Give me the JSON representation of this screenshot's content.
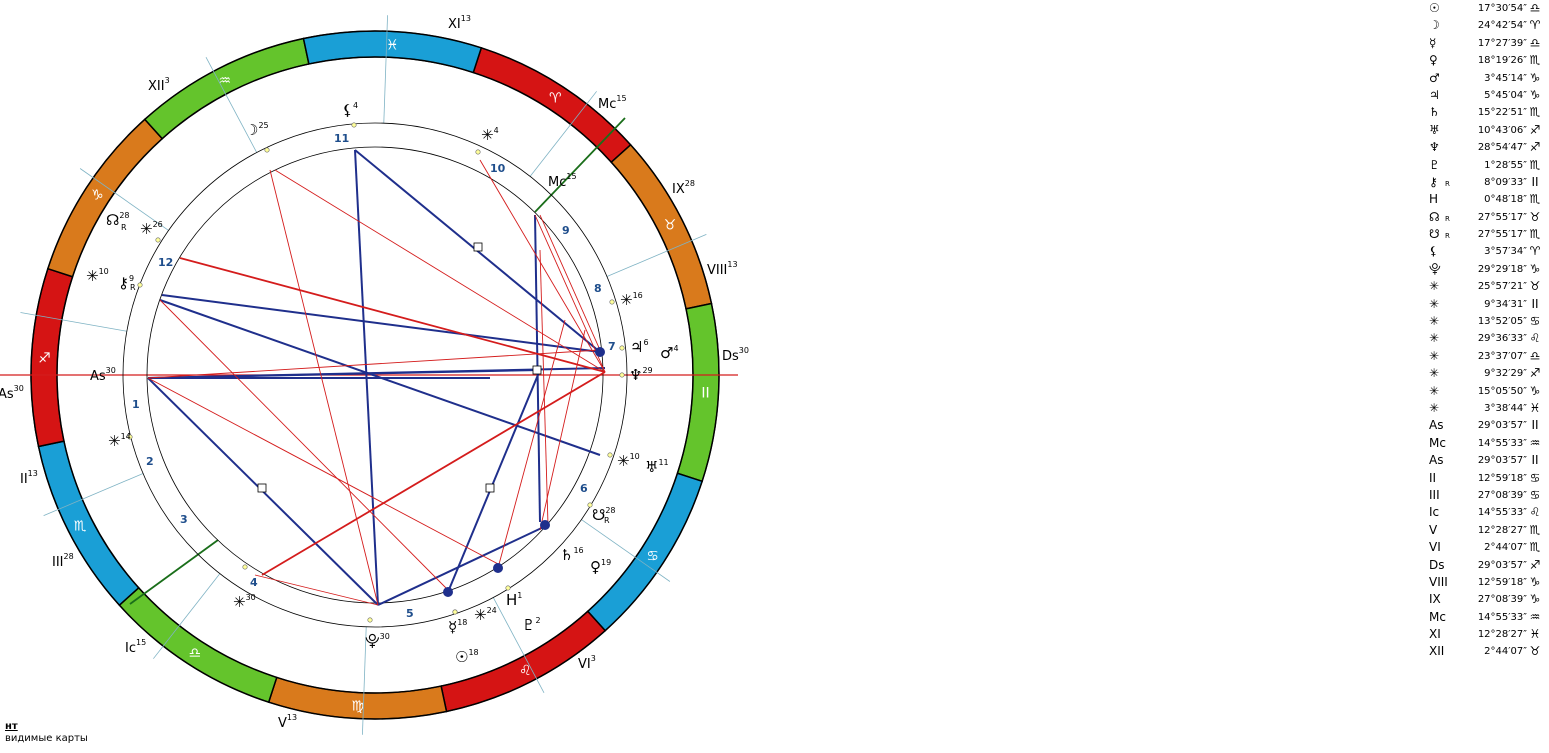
{
  "colors": {
    "fire": "#d51414",
    "earth": "#d97a1c",
    "air": "#64c42c",
    "water": "#1a9fd6",
    "aspect_hard": "#1f2f8c",
    "aspect_soft": "#d41c1c",
    "axis": "#d41c1c",
    "mc_axis": "#1a6e1a",
    "house_label": "#1f4e8c"
  },
  "zodiac_ring": [
    {
      "sign": "aries",
      "glyph": "♈",
      "element": "fire"
    },
    {
      "sign": "taurus",
      "glyph": "♉",
      "element": "earth"
    },
    {
      "sign": "gemini",
      "glyph": "II",
      "element": "air"
    },
    {
      "sign": "cancer",
      "glyph": "♋",
      "element": "water"
    },
    {
      "sign": "leo",
      "glyph": "♌",
      "element": "fire"
    },
    {
      "sign": "virgo",
      "glyph": "♍",
      "element": "earth"
    },
    {
      "sign": "libra",
      "glyph": "♎",
      "element": "air"
    },
    {
      "sign": "scorpio",
      "glyph": "♏",
      "element": "water"
    },
    {
      "sign": "sagittarius",
      "glyph": "♐",
      "element": "fire"
    },
    {
      "sign": "capricorn",
      "glyph": "♑",
      "element": "earth"
    },
    {
      "sign": "aquarius",
      "glyph": "♒",
      "element": "air"
    },
    {
      "sign": "pisces",
      "glyph": "♓",
      "element": "water"
    }
  ],
  "outer_labels": [
    {
      "name": "as-outer",
      "text": "As",
      "sup": "30"
    },
    {
      "name": "ds-outer",
      "text": "Ds",
      "sup": "30"
    },
    {
      "name": "ic-outer",
      "text": "Ic",
      "sup": "15"
    },
    {
      "name": "mc-outer",
      "text": "Mc",
      "sup": "15"
    },
    {
      "name": "house-II",
      "text": "II",
      "sup": "13"
    },
    {
      "name": "house-III",
      "text": "III",
      "sup": "28"
    },
    {
      "name": "house-V",
      "text": "V",
      "sup": "13"
    },
    {
      "name": "house-VI",
      "text": "VI",
      "sup": "3"
    },
    {
      "name": "house-VIII",
      "text": "VIII",
      "sup": "13"
    },
    {
      "name": "house-IX",
      "text": "IX",
      "sup": "28"
    },
    {
      "name": "house-XI",
      "text": "XI",
      "sup": "13"
    },
    {
      "name": "house-XII",
      "text": "XII",
      "sup": "3"
    }
  ],
  "house_numbers": [
    "1",
    "2",
    "3",
    "4",
    "5",
    "6",
    "7",
    "8",
    "9",
    "10",
    "11",
    "12"
  ],
  "chart_planets": [
    {
      "name": "sun",
      "glyph": "☉",
      "deg": "18"
    },
    {
      "name": "moon",
      "glyph": "☽",
      "deg": "25"
    },
    {
      "name": "mercury",
      "glyph": "☿",
      "deg": "18"
    },
    {
      "name": "venus",
      "glyph": "♀",
      "deg": "19"
    },
    {
      "name": "mars",
      "glyph": "♂",
      "deg": "4"
    },
    {
      "name": "jupiter",
      "glyph": "♃",
      "deg": "6"
    },
    {
      "name": "saturn",
      "glyph": "♄",
      "deg": "16"
    },
    {
      "name": "uranus",
      "glyph": "♅",
      "deg": "11"
    },
    {
      "name": "neptune",
      "glyph": "♆",
      "deg": "29"
    },
    {
      "name": "pluto",
      "glyph": "♇",
      "deg": "2"
    },
    {
      "name": "chiron",
      "glyph": "⚷",
      "deg": "9"
    },
    {
      "name": "h",
      "glyph": "H",
      "deg": "1"
    },
    {
      "name": "north-node",
      "glyph": "☊",
      "deg": "28"
    },
    {
      "name": "south-node",
      "glyph": "☋",
      "deg": "28"
    },
    {
      "name": "lilith",
      "glyph": "⚸",
      "deg": "4"
    },
    {
      "name": "selena",
      "glyph": "⯓",
      "deg": "30"
    },
    {
      "name": "mc-inner",
      "glyph": "Mc",
      "deg": "15"
    },
    {
      "name": "as-inner",
      "glyph": "As",
      "deg": "30"
    },
    {
      "name": "star-1",
      "glyph": "✳",
      "deg": "26"
    },
    {
      "name": "star-2",
      "glyph": "✳",
      "deg": "10"
    },
    {
      "name": "star-3",
      "glyph": "✳",
      "deg": "4"
    },
    {
      "name": "star-4",
      "glyph": "✳",
      "deg": "16"
    },
    {
      "name": "star-5",
      "glyph": "✳",
      "deg": "10"
    },
    {
      "name": "star-6",
      "glyph": "✳",
      "deg": "24"
    },
    {
      "name": "star-7",
      "glyph": "✳",
      "deg": "30"
    },
    {
      "name": "star-8",
      "glyph": "✳",
      "deg": "14"
    },
    {
      "name": "retro-1",
      "glyph": "R",
      "deg": ""
    },
    {
      "name": "retro-2",
      "glyph": "R",
      "deg": ""
    },
    {
      "name": "retro-3",
      "glyph": "R",
      "deg": ""
    }
  ],
  "positions_table": [
    {
      "glyph": "☉",
      "retro": "",
      "value": "17°30′54″",
      "sign": "♎"
    },
    {
      "glyph": "☽",
      "retro": "",
      "value": "24°42′54″",
      "sign": "♈"
    },
    {
      "glyph": "☿",
      "retro": "",
      "value": "17°27′39″",
      "sign": "♎"
    },
    {
      "glyph": "♀",
      "retro": "",
      "value": "18°19′26″",
      "sign": "♏"
    },
    {
      "glyph": "♂",
      "retro": "",
      "value": "3°45′14″",
      "sign": "♑"
    },
    {
      "glyph": "♃",
      "retro": "",
      "value": "5°45′04″",
      "sign": "♑"
    },
    {
      "glyph": "♄",
      "retro": "",
      "value": "15°22′51″",
      "sign": "♏"
    },
    {
      "glyph": "♅",
      "retro": "",
      "value": "10°43′06″",
      "sign": "♐"
    },
    {
      "glyph": "♆",
      "retro": "",
      "value": "28°54′47″",
      "sign": "♐"
    },
    {
      "glyph": "♇",
      "retro": "",
      "value": "1°28′55″",
      "sign": "♏"
    },
    {
      "glyph": "⚷",
      "retro": "R",
      "value": "8°09′33″",
      "sign": "II"
    },
    {
      "glyph": "H",
      "retro": "",
      "value": "0°48′18″",
      "sign": "♏"
    },
    {
      "glyph": "☊",
      "retro": "R",
      "value": "27°55′17″",
      "sign": "♉"
    },
    {
      "glyph": "☋",
      "retro": "R",
      "value": "27°55′17″",
      "sign": "♏"
    },
    {
      "glyph": "⚸",
      "retro": "",
      "value": "3°57′34″",
      "sign": "♈"
    },
    {
      "glyph": "⯓",
      "retro": "",
      "value": "29°29′18″",
      "sign": "♑"
    },
    {
      "glyph": "✳",
      "retro": "",
      "value": "25°57′21″",
      "sign": "♉"
    },
    {
      "glyph": "✳",
      "retro": "",
      "value": "9°34′31″",
      "sign": "II"
    },
    {
      "glyph": "✳",
      "retro": "",
      "value": "13°52′05″",
      "sign": "♋"
    },
    {
      "glyph": "✳",
      "retro": "",
      "value": "29°36′33″",
      "sign": "♌"
    },
    {
      "glyph": "✳",
      "retro": "",
      "value": "23°37′07″",
      "sign": "♎"
    },
    {
      "glyph": "✳",
      "retro": "",
      "value": "9°32′29″",
      "sign": "♐"
    },
    {
      "glyph": "✳",
      "retro": "",
      "value": "15°05′50″",
      "sign": "♑"
    },
    {
      "glyph": "✳",
      "retro": "",
      "value": "3°38′44″",
      "sign": "♓"
    },
    {
      "glyph": "As",
      "retro": "",
      "value": "29°03′57″",
      "sign": "II"
    },
    {
      "glyph": "Mc",
      "retro": "",
      "value": "14°55′33″",
      "sign": "♒"
    },
    {
      "glyph": "As",
      "retro": "",
      "value": "29°03′57″",
      "sign": "II"
    },
    {
      "glyph": "II",
      "retro": "",
      "value": "12°59′18″",
      "sign": "♋"
    },
    {
      "glyph": "III",
      "retro": "",
      "value": "27°08′39″",
      "sign": "♋"
    },
    {
      "glyph": "Ic",
      "retro": "",
      "value": "14°55′33″",
      "sign": "♌"
    },
    {
      "glyph": "V",
      "retro": "",
      "value": "12°28′27″",
      "sign": "♏"
    },
    {
      "glyph": "VI",
      "retro": "",
      "value": "2°44′07″",
      "sign": "♏"
    },
    {
      "glyph": "Ds",
      "retro": "",
      "value": "29°03′57″",
      "sign": "♐"
    },
    {
      "glyph": "VIII",
      "retro": "",
      "value": "12°59′18″",
      "sign": "♑"
    },
    {
      "glyph": "IX",
      "retro": "",
      "value": "27°08′39″",
      "sign": "♑"
    },
    {
      "glyph": "Mc",
      "retro": "",
      "value": "14°55′33″",
      "sign": "♒"
    },
    {
      "glyph": "XI",
      "retro": "",
      "value": "12°28′27″",
      "sign": "♓"
    },
    {
      "glyph": "XII",
      "retro": "",
      "value": "2°44′07″",
      "sign": "♉"
    }
  ],
  "footer": {
    "line1": "нт",
    "line2": "видимые карты"
  }
}
